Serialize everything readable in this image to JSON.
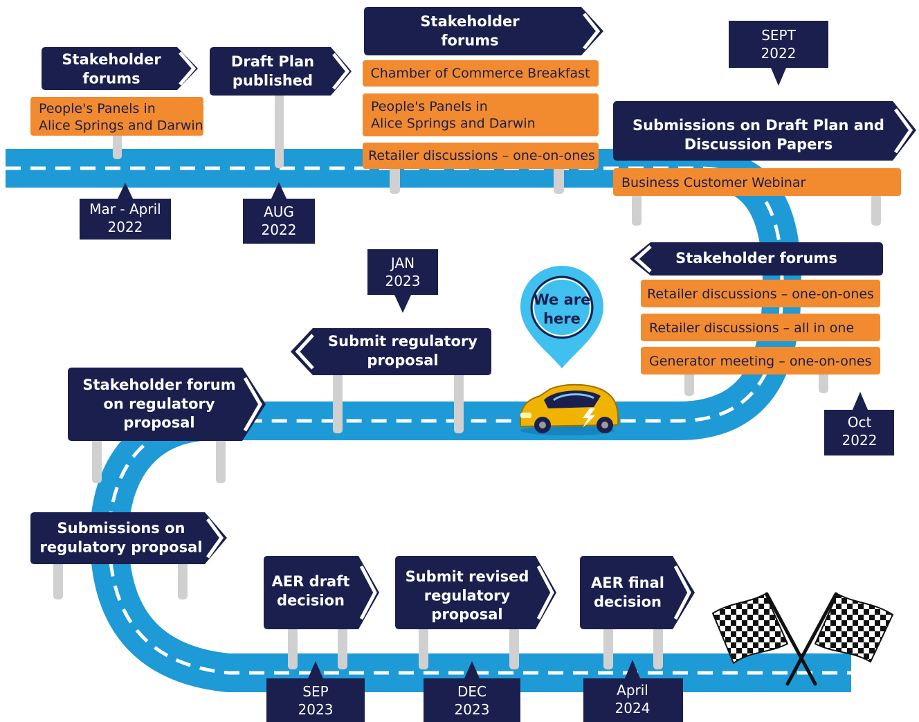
{
  "colors": {
    "navy": "#1b1f4e",
    "orange": "#f28a30",
    "road": "#1e9ad6",
    "pole": "#d0d0d0",
    "pin": "#3fc0ef",
    "car": "#f0b400"
  },
  "signs": {
    "s1": [
      "Stakeholder",
      "forums"
    ],
    "s2": [
      "Draft Plan",
      "published"
    ],
    "s3": [
      "Stakeholder",
      "forums"
    ],
    "s4": [
      "Submissions on Draft Plan and",
      "Discussion Papers"
    ],
    "s5": [
      "Stakeholder forums"
    ],
    "s6": [
      "Submit regulatory",
      "proposal"
    ],
    "s7": [
      "Stakeholder forum",
      "on regulatory",
      "proposal"
    ],
    "s8": [
      "Submissions on",
      "regulatory proposal"
    ],
    "s9": [
      "AER draft",
      "decision"
    ],
    "s10": [
      "Submit revised",
      "regulatory",
      "proposal"
    ],
    "s11": [
      "AER final",
      "decision"
    ]
  },
  "activities": {
    "a1": [
      "People's Panels in",
      "Alice Springs and Darwin"
    ],
    "a2": [
      "Chamber of Commerce Breakfast"
    ],
    "a3": [
      "People's Panels in",
      "Alice Springs and Darwin"
    ],
    "a4": [
      "Retailer discussions – one-on-ones"
    ],
    "a5": [
      "Business Customer Webinar"
    ],
    "a6": [
      "Retailer discussions – one-on-ones"
    ],
    "a7": [
      "Retailer discussions – all in one"
    ],
    "a8": [
      "Generator meeting – one-on-ones"
    ]
  },
  "dates": {
    "d1": [
      "Mar - April",
      "2022"
    ],
    "d2": [
      "AUG",
      "2022"
    ],
    "d3": [
      "SEPT",
      "2022"
    ],
    "d4": [
      "JAN",
      "2023"
    ],
    "d5": [
      "Oct",
      "2022"
    ],
    "d6": [
      "SEP",
      "2023"
    ],
    "d7": [
      "DEC",
      "2023"
    ],
    "d8": [
      "April",
      "2024"
    ]
  },
  "marker": [
    "We are",
    "here"
  ],
  "icons": {
    "car": "electric-car-icon",
    "pin": "location-pin-icon",
    "flags": "checkered-flags-icon"
  }
}
